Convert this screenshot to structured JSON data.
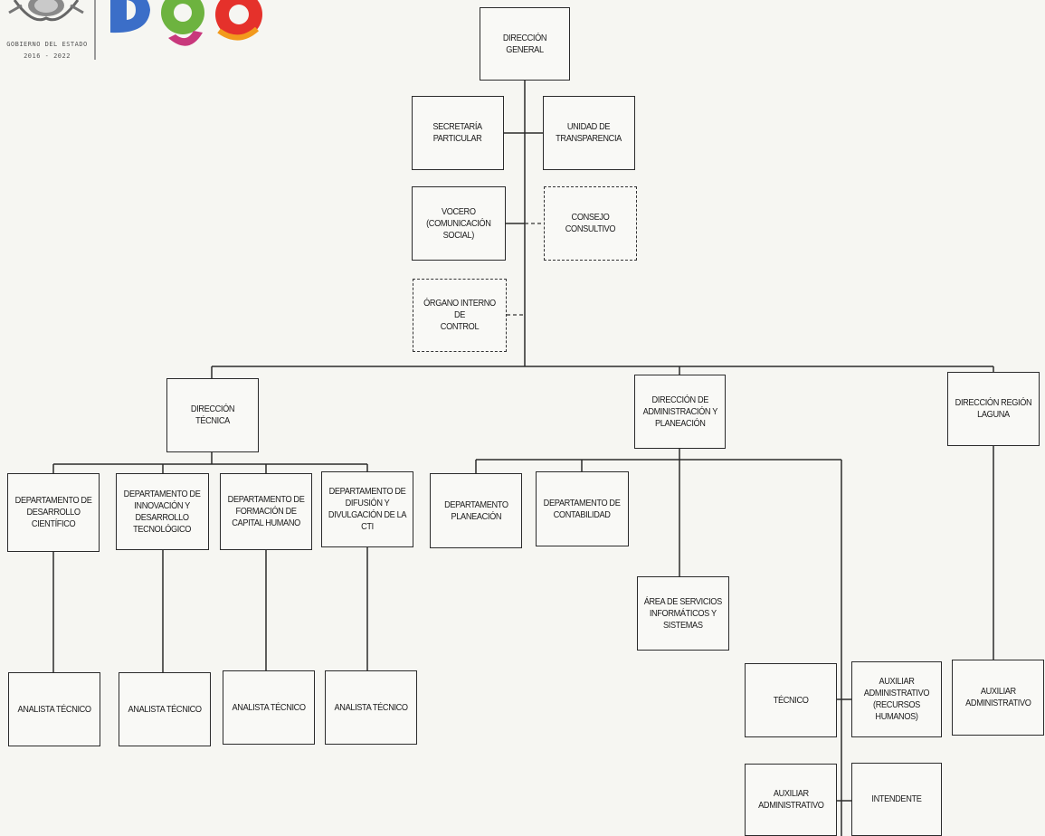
{
  "logo": {
    "caption_line1": "GOBIERNO DEL ESTADO",
    "caption_line2": "2016 - 2022",
    "brand_text": "Dgo",
    "colors": {
      "d": "#3b6ec8",
      "g": "#6db33f",
      "o": "#e5312b",
      "accent": "#c8387c"
    }
  },
  "org": {
    "direccion_general": "DIRECCIÓN GENERAL",
    "secretaria_particular": "SECRETARÍA\nPARTICULAR",
    "unidad_transparencia": "UNIDAD DE\nTRANSPARENCIA",
    "vocero": "VOCERO\n(COMUNICACIÓN\nSOCIAL)",
    "consejo_consultivo": "CONSEJO CONSULTIVO",
    "organo_interno": "ÓRGANO INTERNO DE\nCONTROL",
    "direccion_tecnica": "DIRECCIÓN TÉCNICA",
    "direccion_administracion": "DIRECCIÓN DE\nADMINISTRACIÓN Y\nPLANEACIÓN",
    "direccion_region_laguna": "DIRECCIÓN REGIÓN\nLAGUNA",
    "depto_desarrollo_cientifico": "DEPARTAMENTO DE\nDESARROLLO\nCIENTÍFICO",
    "depto_innovacion": "DEPARTAMENTO DE\nINNOVACIÓN Y\nDESARROLLO\nTECNOLÓGICO",
    "depto_formacion": "DEPARTAMENTO DE\nFORMACIÓN DE\nCAPITAL HUMANO",
    "depto_difusion": "DEPARTAMENTO DE\nDIFUSIÓN Y\nDIVULGACIÓN DE LA CTI",
    "depto_planeacion": "DEPARTAMENTO\nPLANEACIÓN",
    "depto_contabilidad": "DEPARTAMENTO DE\nCONTABILIDAD",
    "area_servicios_informaticos": "ÁREA DE SERVICIOS\nINFORMÁTICOS Y\nSISTEMAS",
    "analista_1": "ANALISTA TÉCNICO",
    "analista_2": "ANALISTA TÉCNICO",
    "analista_3": "ANALISTA TÉCNICO",
    "analista_4": "ANALISTA TÉCNICO",
    "tecnico": "TÉCNICO",
    "auxiliar_rh": "AUXILIAR\nADMINISTRATIVO\n(RECURSOS HUMANOS)",
    "auxiliar_laguna": "AUXILIAR\nADMINISTRATIVO",
    "auxiliar_admin": "AUXILIAR\nADMINISTRATIVO",
    "intendente": "INTENDENTE"
  }
}
